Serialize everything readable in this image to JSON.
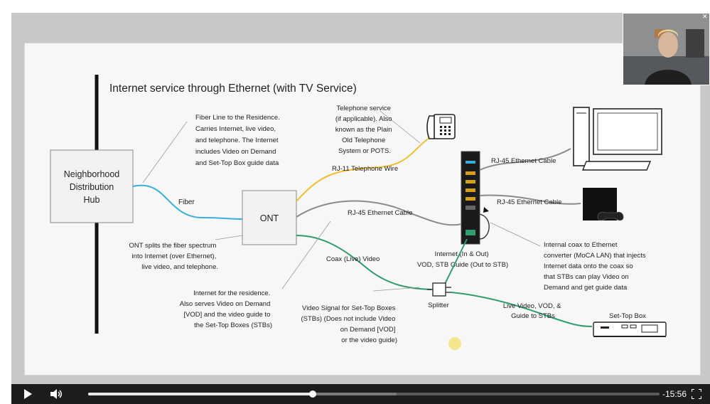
{
  "slide": {
    "title": "Internet service through Ethernet (with TV Service)",
    "hub": [
      "Neighborhood",
      "Distribution",
      "Hub"
    ],
    "ont_label": "ONT",
    "fiber_label": "Fiber",
    "fiber_note": [
      "Fiber Line to the Residence.",
      "Carries Internet, live video,",
      "and telephone. The Internet",
      "includes Video on Demand",
      "and Set-Top Box guide data"
    ],
    "telephone_note": [
      "Telephone service",
      "(if applicable). Also",
      "known as the Plain",
      "Old Telephone",
      "System or POTS."
    ],
    "rj11_label": "RJ-11 Telephone Wire",
    "rj45_label_top": "RJ-45 Ethernet Cable",
    "rj45_label_mid": "RJ-45 Ethernet Cable",
    "rj45_label_ont": "RJ-45 Ethernet Cable",
    "ont_note": [
      "ONT splits the fiber spectrum",
      "into Internet (over Ethernet),",
      "live video, and telephone."
    ],
    "coax_label": "Coax (Live) Video",
    "router_note": [
      "Internet (In & Out)",
      "VOD, STB Guide (Out to STB)"
    ],
    "moca_note": [
      "Internal coax to Ethernet",
      "converter (MoCA LAN) that injects",
      "Internet data onto the coax so",
      "that STBs can play Video on",
      "Demand and get  guide data"
    ],
    "residence_note": [
      "Internet for the residence.",
      "Also serves Video on Demand",
      "[VOD] and the video guide to",
      "the Set-Top Boxes (STBs)"
    ],
    "video_note": [
      "Video Signal for Set-Top Boxes",
      "(STBs) (Does not include Video",
      "on Demand [VOD]",
      "or the video guide)"
    ],
    "splitter_label": "Splitter",
    "stb_feed_label": [
      "Live Video, VOD, &",
      "Guide to STBs"
    ],
    "stb_label": "Set-Top Box"
  },
  "player": {
    "time_remaining": "-15:56",
    "progress_fraction": 0.393,
    "buffered_fraction": 0.54
  },
  "icons": [
    "play-icon",
    "volume-icon",
    "fullscreen-icon",
    "close-icon"
  ],
  "colors": {
    "fiber": "#3aaed8",
    "telephone": "#f0c030",
    "ethernet": "#8a8a8a",
    "coax": "#2f9e6e"
  }
}
